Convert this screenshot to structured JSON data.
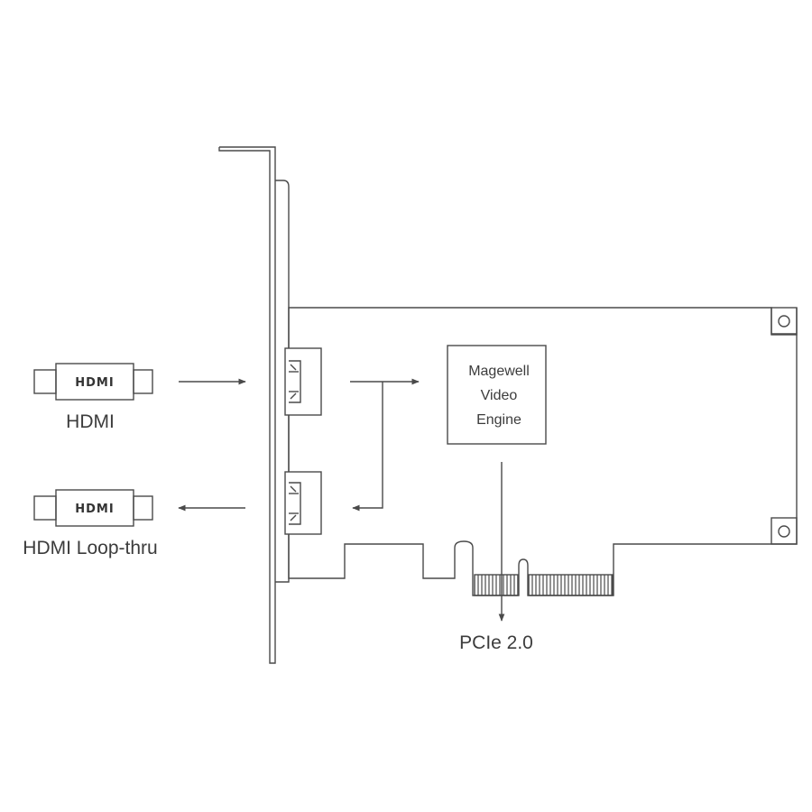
{
  "diagram": {
    "connectors": {
      "input": {
        "logo": "HDMI",
        "label": "HDMI"
      },
      "output": {
        "logo": "HDMI",
        "label": "HDMI Loop-thru"
      }
    },
    "engine": {
      "lines": [
        "Magewell",
        "Video",
        "Engine"
      ]
    },
    "bus": {
      "label": "PCIe 2.0"
    },
    "colors": {
      "stroke": "#4a4a4a",
      "text": "#3c3c3c",
      "background": "#ffffff"
    }
  }
}
